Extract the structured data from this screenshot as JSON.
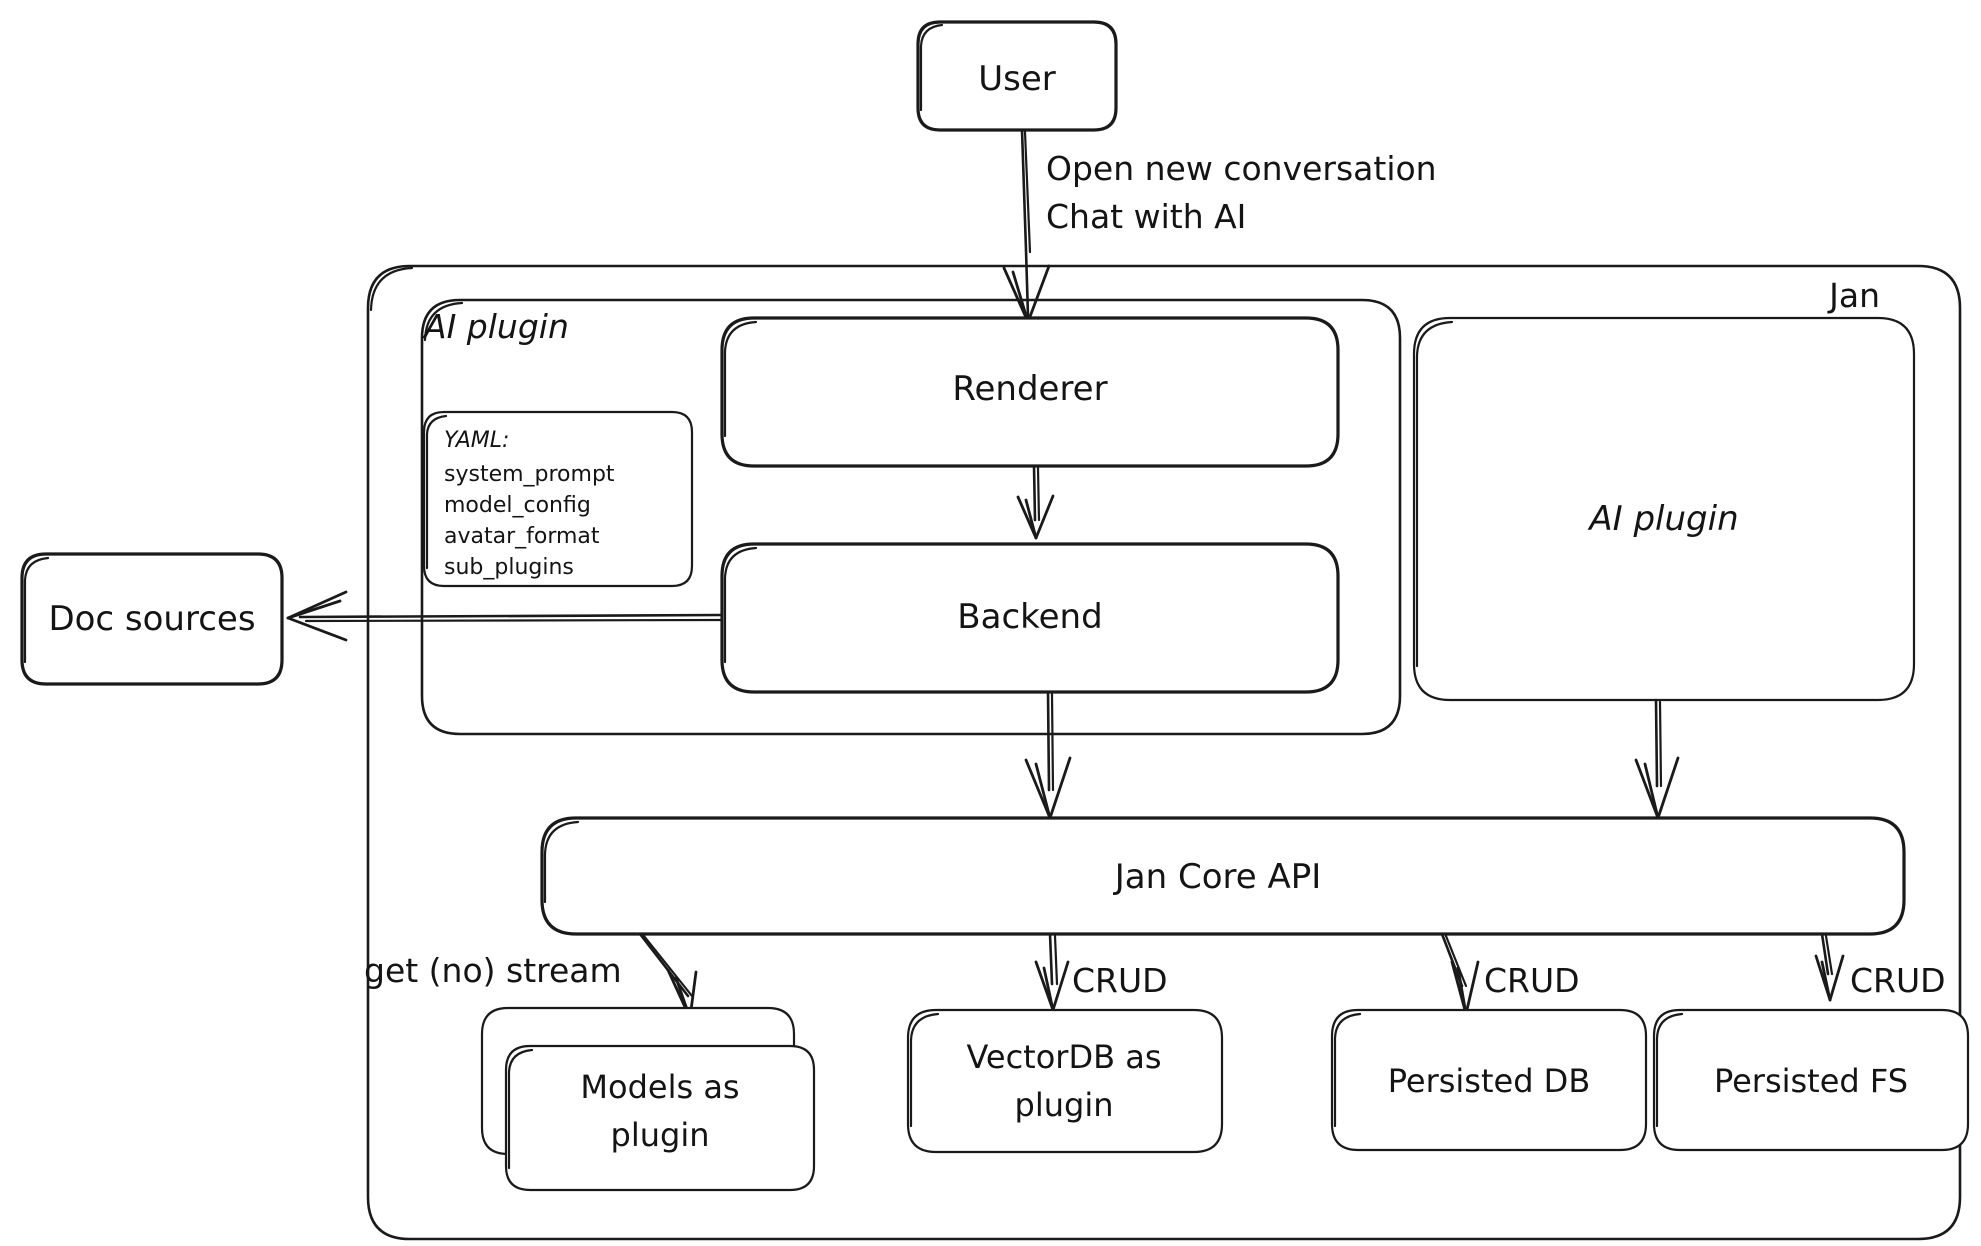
{
  "diagram": {
    "title_outer": "Jan",
    "title_inner": "AI plugin",
    "nodes": {
      "user": "User",
      "renderer": "Renderer",
      "backend": "Backend",
      "ai_plugin_right": "AI plugin",
      "doc_sources": "Doc sources",
      "jan_core_api": "Jan Core API",
      "models_as_plugin": "Models as plugin",
      "vectordb_as_plugin": "VectorDB as plugin",
      "persisted_db": "Persisted DB",
      "persisted_fs": "Persisted FS"
    },
    "node_lines": {
      "models_as_plugin": [
        "Models as",
        "plugin"
      ],
      "vectordb_as_plugin": [
        "VectorDB as",
        "plugin"
      ]
    },
    "yaml_box": {
      "header": "YAML:",
      "keys": [
        "system_prompt",
        "model_config",
        "avatar_format",
        "sub_plugins"
      ]
    },
    "edge_labels": {
      "user_to_renderer_line1": "Open new conversation",
      "user_to_renderer_line2": "Chat with AI",
      "models": "get (no) stream",
      "vectordb": "CRUD",
      "persisted_db": "CRUD",
      "persisted_fs": "CRUD"
    },
    "colors": {
      "stroke": "#1a1a1a",
      "background": "#ffffff",
      "text": "#141414"
    }
  }
}
